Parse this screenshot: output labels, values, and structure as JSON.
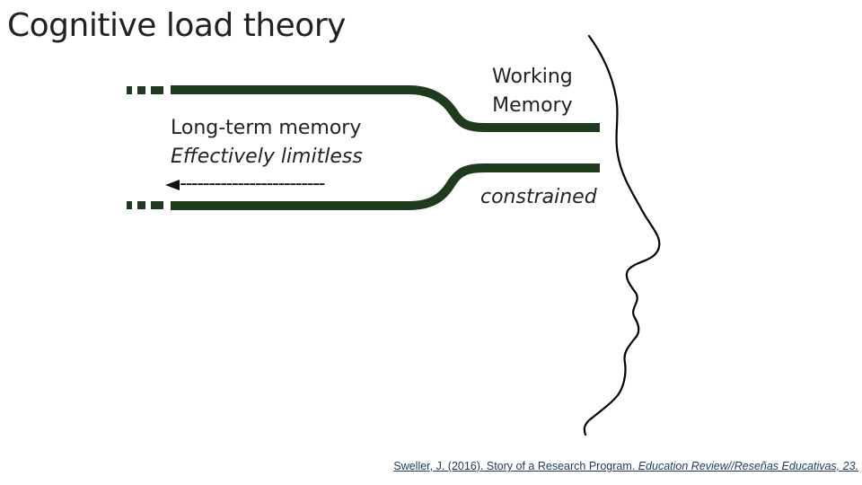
{
  "title": "Cognitive load theory",
  "long_term_memory": {
    "label": "Long-term memory",
    "sublabel": "Effectively limitless",
    "arrow_dashes": "-------------------------"
  },
  "working_memory": {
    "line1": "Working",
    "line2": "Memory",
    "constraint": "constrained"
  },
  "citation": {
    "authors": "Sweller, J. (2016). Story of a Research Program.",
    "journal": "Education Review//Reseñas Educativas, 23."
  },
  "colors": {
    "channel": "#1e3b1e",
    "outline": "#000000"
  }
}
